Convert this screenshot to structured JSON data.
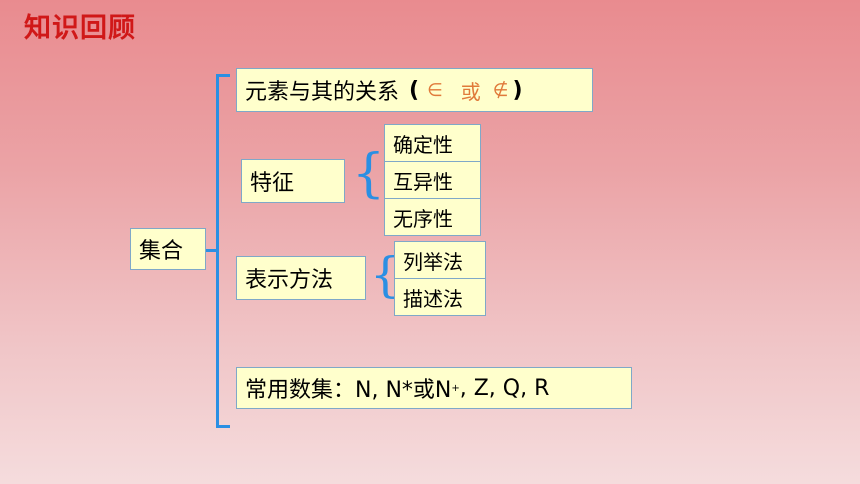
{
  "title": "知识回顾",
  "root": {
    "label": "集合"
  },
  "branches": {
    "relation": {
      "prefix": "元素与其的关系",
      "open_paren": "(",
      "sym_in": "∈",
      "or_text": "或",
      "sym_notin": "∉",
      "close_paren": ")"
    },
    "features": {
      "label": "特征",
      "items": [
        "确定性",
        "互异性",
        "无序性"
      ]
    },
    "representation": {
      "label": "表示方法",
      "items": [
        "列举法",
        "描述法"
      ]
    },
    "common_sets": {
      "prefix": "常用数集：N,  N*或N",
      "subscript": "+",
      "suffix": ", Z, Q, R"
    }
  }
}
